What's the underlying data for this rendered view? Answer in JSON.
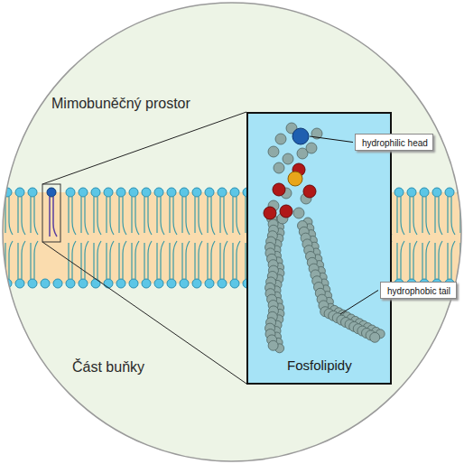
{
  "diagram": {
    "nodes": [
      {
        "text": [
          "Mimobuněčný prostor",
          "Část buňky"
        ]
      },
      {
        "text": [
          "Fosfolipidy"
        ],
        "in": 0
      },
      {
        "text": [
          "hydrophilic head"
        ],
        "in": 0
      },
      {
        "text": [
          "hydrophobic tail"
        ],
        "in": 0
      }
    ]
  }
}
